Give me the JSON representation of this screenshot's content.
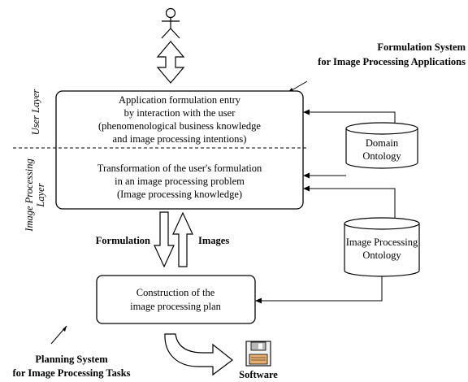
{
  "formulation_system": {
    "line1": "Formulation System",
    "line2": "for Image Processing Applications"
  },
  "layers": {
    "user_layer": "User Layer",
    "image_processing_layer_line1": "Image Processing",
    "image_processing_layer_line2": "Layer"
  },
  "main_box": {
    "entry_lines": [
      "Application formulation entry",
      "by interaction with the user",
      "(phenomenological business knowledge",
      "and image processing intentions)"
    ],
    "transform_lines": [
      "Transformation of the user's formulation",
      "in an image processing problem",
      "(Image processing knowledge)"
    ]
  },
  "domain_ontology": {
    "line1": "Domain",
    "line2": "Ontology"
  },
  "ip_ontology": {
    "line1": "Image Processing",
    "line2": "Ontology"
  },
  "arrows": {
    "formulation": "Formulation",
    "images": "Images"
  },
  "plan_box": {
    "lines": [
      "Construction of the",
      "image processing plan"
    ]
  },
  "planning_system": {
    "line1": "Planning System",
    "line2": "for Image Processing Tasks"
  },
  "software": {
    "label": "Software"
  },
  "icons": {
    "user": "stick-figure-actor-icon",
    "software": "floppy-disk-icon"
  },
  "colors": {
    "stroke": "#000000",
    "background": "#ffffff"
  }
}
